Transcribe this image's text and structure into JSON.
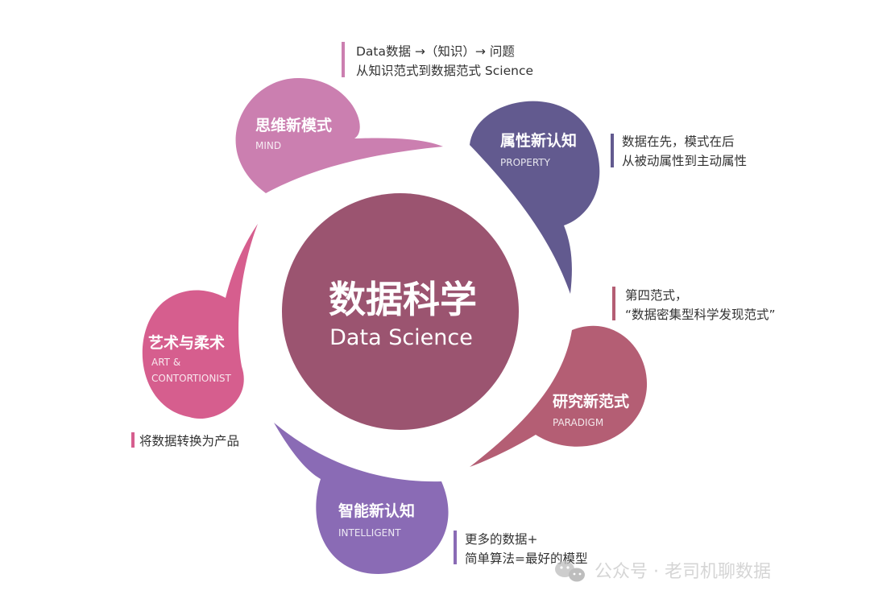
{
  "center": {
    "title": "数据科学",
    "subtitle": "Data Science",
    "color": "#9b5470"
  },
  "petals": [
    {
      "id": "mind",
      "title": "思维新模式",
      "subtitle_lines": [
        "MIND"
      ],
      "color": "#cb7fb0",
      "note_lines": [
        "Data数据 →（知识）→ 问题",
        "从知识范式到数据范式 Science"
      ]
    },
    {
      "id": "property",
      "title": "属性新认知",
      "subtitle_lines": [
        "PROPERTY"
      ],
      "color": "#625a8f",
      "note_lines": [
        "数据在先，模式在后",
        "从被动属性到主动属性"
      ]
    },
    {
      "id": "paradigm",
      "title": "研究新范式",
      "subtitle_lines": [
        "PARADIGM"
      ],
      "color": "#b45e74",
      "note_lines": [
        "第四范式，",
        "“数据密集型科学发现范式”"
      ]
    },
    {
      "id": "intelligent",
      "title": "智能新认知",
      "subtitle_lines": [
        "INTELLIGENT"
      ],
      "color": "#8a6bb5",
      "note_lines": [
        "更多的数据+",
        "简单算法=最好的模型"
      ]
    },
    {
      "id": "art",
      "title": "艺术与柔术",
      "subtitle_lines": [
        "ART &",
        "CONTORTIONIST"
      ],
      "color": "#d65e8e",
      "note_lines": [
        "将数据转换为产品"
      ]
    }
  ],
  "watermark": {
    "text": "公众号 · 老司机聊数据",
    "icon": "wechat-icon"
  }
}
